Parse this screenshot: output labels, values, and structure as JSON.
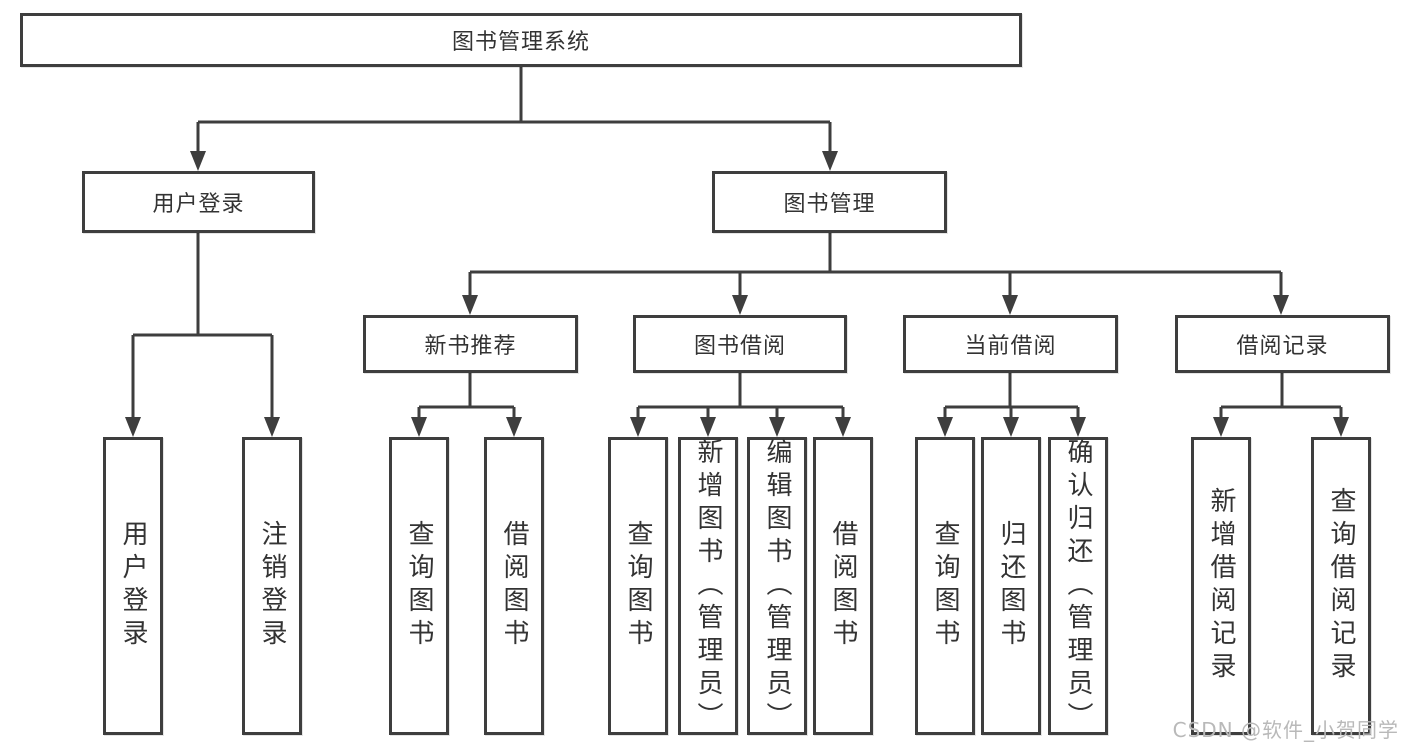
{
  "diagram": {
    "root": {
      "label": "图书管理系统"
    },
    "level2": [
      {
        "label": "用户登录"
      },
      {
        "label": "图书管理"
      }
    ],
    "level3": [
      {
        "label": "新书推荐"
      },
      {
        "label": "图书借阅"
      },
      {
        "label": "当前借阅"
      },
      {
        "label": "借阅记录"
      }
    ],
    "leaves": [
      {
        "label": "用户登录"
      },
      {
        "label": "注销登录"
      },
      {
        "label": "查询图书"
      },
      {
        "label": "借阅图书"
      },
      {
        "label": "查询图书"
      },
      {
        "label": "新增图书（管理员）"
      },
      {
        "label": "编辑图书（管理员）"
      },
      {
        "label": "借阅图书"
      },
      {
        "label": "查询图书"
      },
      {
        "label": "归还图书"
      },
      {
        "label": "确认归还（管理员）"
      },
      {
        "label": "新增借阅记录"
      },
      {
        "label": "查询借阅记录"
      }
    ]
  },
  "watermark": {
    "text": "CSDN @软件_小贺同学"
  },
  "colors": {
    "line": "#3e3e3e",
    "text": "#333333",
    "watermark": "#b9b9b9",
    "background": "#ffffff"
  }
}
